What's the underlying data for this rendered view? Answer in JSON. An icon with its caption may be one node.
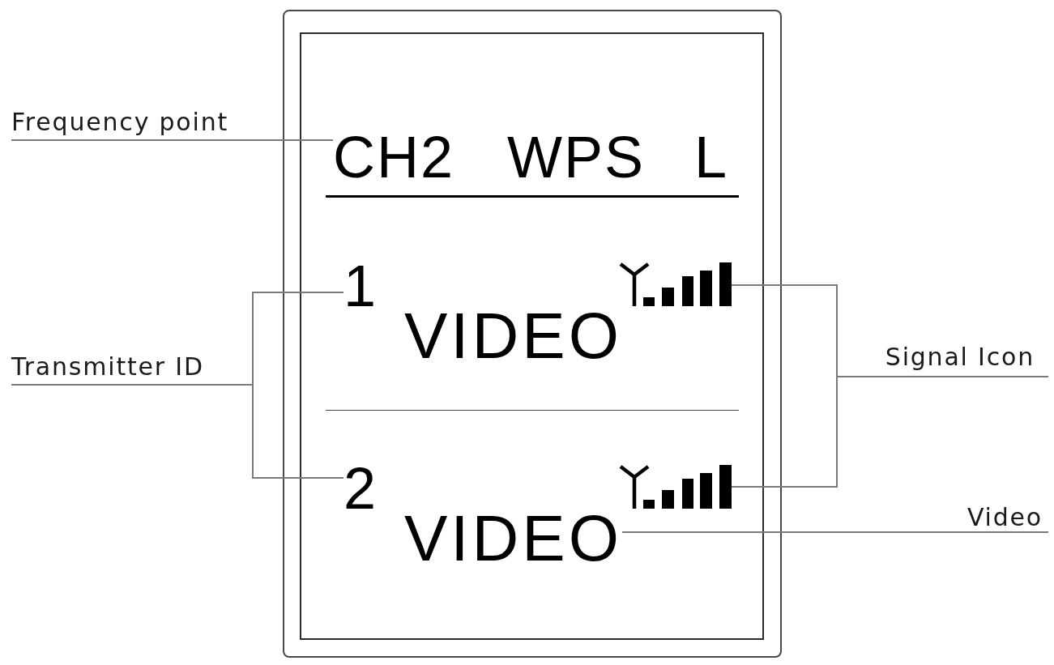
{
  "diagram": {
    "nodes": [
      {
        "text": [
          "Frequency point"
        ]
      },
      {
        "text": [],
        "shape": "box"
      },
      {
        "text": [
          "CH2"
        ],
        "in": 1
      },
      {
        "text": [
          "1"
        ],
        "in": 1
      },
      {
        "text": [],
        "shape": "picture",
        "in": 1
      },
      {
        "text": [
          "Transmitter ID"
        ]
      },
      {
        "text": [
          "Signal Icon"
        ]
      },
      {
        "text": [
          "2"
        ],
        "in": 1
      },
      {
        "text": [],
        "shape": "picture",
        "in": 1
      },
      {
        "text": [
          "VIDEO"
        ],
        "in": 1
      },
      {
        "text": [
          "Video"
        ]
      }
    ],
    "edges": [
      {
        "from": 0,
        "to": 2,
        "arrow": "none"
      },
      {
        "from": 5,
        "to": 3,
        "arrow": "none"
      },
      {
        "from": 5,
        "to": 7,
        "arrow": "none"
      },
      {
        "from": 6,
        "to": 4,
        "arrow": "none"
      },
      {
        "from": 6,
        "to": 8,
        "arrow": "none"
      },
      {
        "from": 10,
        "to": 9,
        "arrow": "none"
      }
    ],
    "labels": [
      "WPS",
      "L",
      "VIDEO"
    ]
  }
}
